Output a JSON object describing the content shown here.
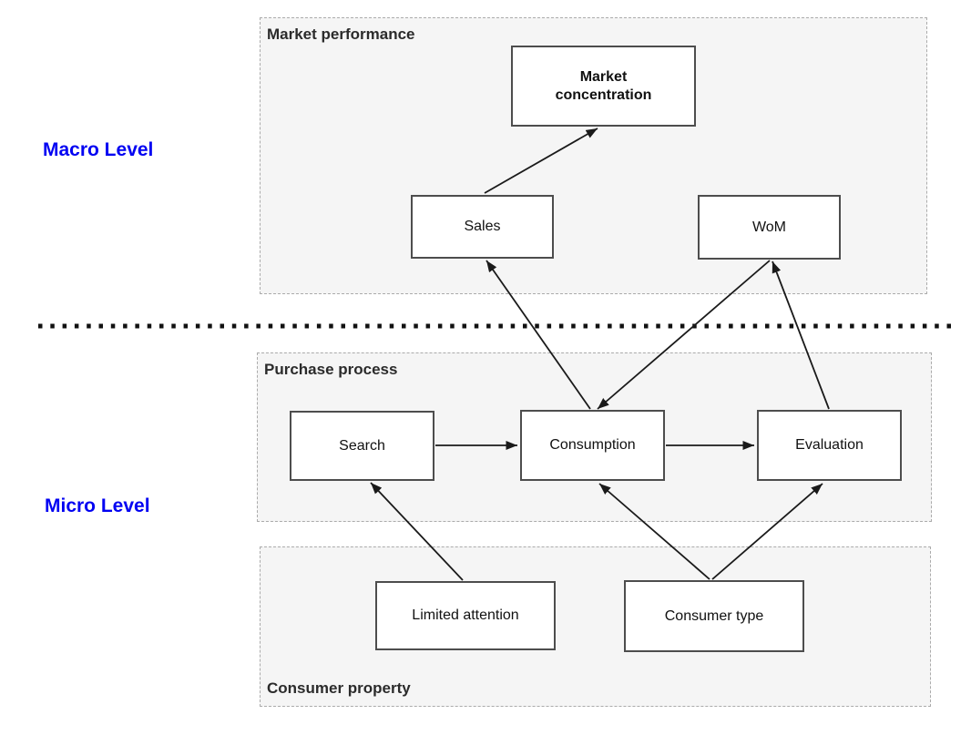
{
  "figure": {
    "type": "conceptual-diagram",
    "description_visible_text_only": true
  },
  "colors": {
    "canvas_bg": "#ffffff",
    "level_text": "#0202f2",
    "node_border": "#4d4d4d",
    "node_text": "#111111",
    "edge_stroke": "#1a1a1a",
    "group_bg": "#f5f5f5",
    "group_border": "#ababab",
    "group_label_text": "#2b2b2b",
    "separator": "#111111"
  },
  "levels": [
    {
      "id": "macro",
      "label": "Macro Level"
    },
    {
      "id": "micro",
      "label": "Micro Level"
    }
  ],
  "separator": {
    "style": "bold-dotted-horizontal-line",
    "between": [
      "Macro Level",
      "Micro Level"
    ]
  },
  "groups": [
    {
      "id": "market-performance",
      "label": "Market performance",
      "label_position": "top-left",
      "level": "macro"
    },
    {
      "id": "purchase-process",
      "label": "Purchase process",
      "label_position": "top-left",
      "level": "micro"
    },
    {
      "id": "consumer-property",
      "label": "Consumer property",
      "label_position": "bottom-left",
      "level": "micro"
    }
  ],
  "nodes": [
    {
      "id": "market-concentration",
      "label": "Market concentration",
      "emphasis": "bold",
      "group": "market-performance"
    },
    {
      "id": "sales",
      "label": "Sales",
      "emphasis": "normal",
      "group": "market-performance"
    },
    {
      "id": "wom",
      "label": "WoM",
      "emphasis": "normal",
      "group": "market-performance"
    },
    {
      "id": "search",
      "label": "Search",
      "emphasis": "normal",
      "group": "purchase-process"
    },
    {
      "id": "consumption",
      "label": "Consumption",
      "emphasis": "normal",
      "group": "purchase-process"
    },
    {
      "id": "evaluation",
      "label": "Evaluation",
      "emphasis": "normal",
      "group": "purchase-process"
    },
    {
      "id": "limited-attention",
      "label": "Limited attention",
      "emphasis": "normal",
      "group": "consumer-property"
    },
    {
      "id": "consumer-type",
      "label": "Consumer type",
      "emphasis": "normal",
      "group": "consumer-property"
    }
  ],
  "edges": [
    {
      "from": "sales",
      "to": "market-concentration",
      "arrow": "single"
    },
    {
      "from": "consumption",
      "to": "sales",
      "arrow": "single"
    },
    {
      "from": "wom",
      "to": "consumption",
      "arrow": "single"
    },
    {
      "from": "evaluation",
      "to": "wom",
      "arrow": "single"
    },
    {
      "from": "search",
      "to": "consumption",
      "arrow": "single"
    },
    {
      "from": "consumption",
      "to": "evaluation",
      "arrow": "single"
    },
    {
      "from": "limited-attention",
      "to": "search",
      "arrow": "single"
    },
    {
      "from": "consumer-type",
      "to": "consumption",
      "arrow": "single"
    },
    {
      "from": "consumer-type",
      "to": "evaluation",
      "arrow": "single"
    }
  ]
}
